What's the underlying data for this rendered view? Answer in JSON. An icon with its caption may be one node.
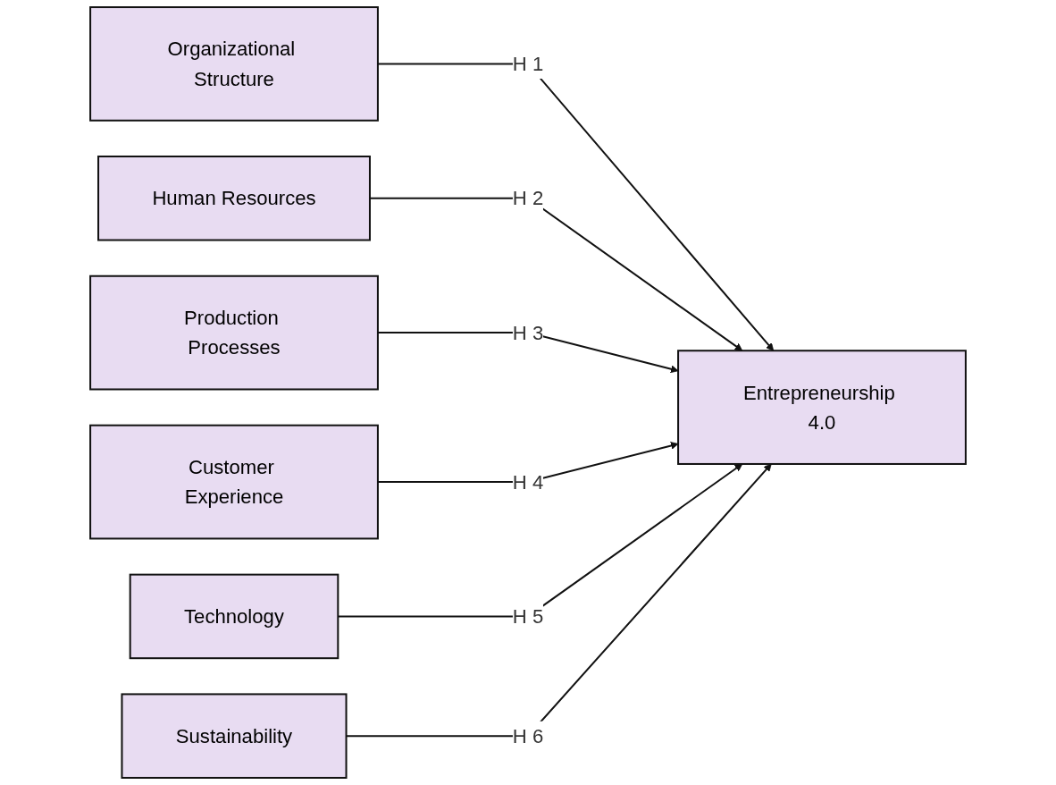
{
  "diagram": {
    "nodes": [
      {
        "text": [
          "Organizational Structure"
        ]
      },
      {
        "text": [
          "Human Resources"
        ]
      },
      {
        "text": [
          "Production Processes"
        ]
      },
      {
        "text": [
          "Customer Experience"
        ]
      },
      {
        "text": [
          "Technology"
        ]
      },
      {
        "text": [
          "Sustainability"
        ]
      },
      {
        "text": [
          "Entrepreneurship 4.0"
        ]
      }
    ],
    "edges": [
      {
        "from": 0,
        "to": 6,
        "arrow": "to",
        "label": "H 1"
      },
      {
        "from": 1,
        "to": 6,
        "arrow": "to",
        "label": "H 2"
      },
      {
        "from": 2,
        "to": 6,
        "arrow": "to",
        "label": "H 3"
      },
      {
        "from": 3,
        "to": 6,
        "arrow": "to",
        "label": "H 4"
      },
      {
        "from": 4,
        "to": 6,
        "arrow": "to",
        "label": "H 5"
      },
      {
        "from": 5,
        "to": 6,
        "arrow": "to",
        "label": "H 6"
      }
    ]
  }
}
